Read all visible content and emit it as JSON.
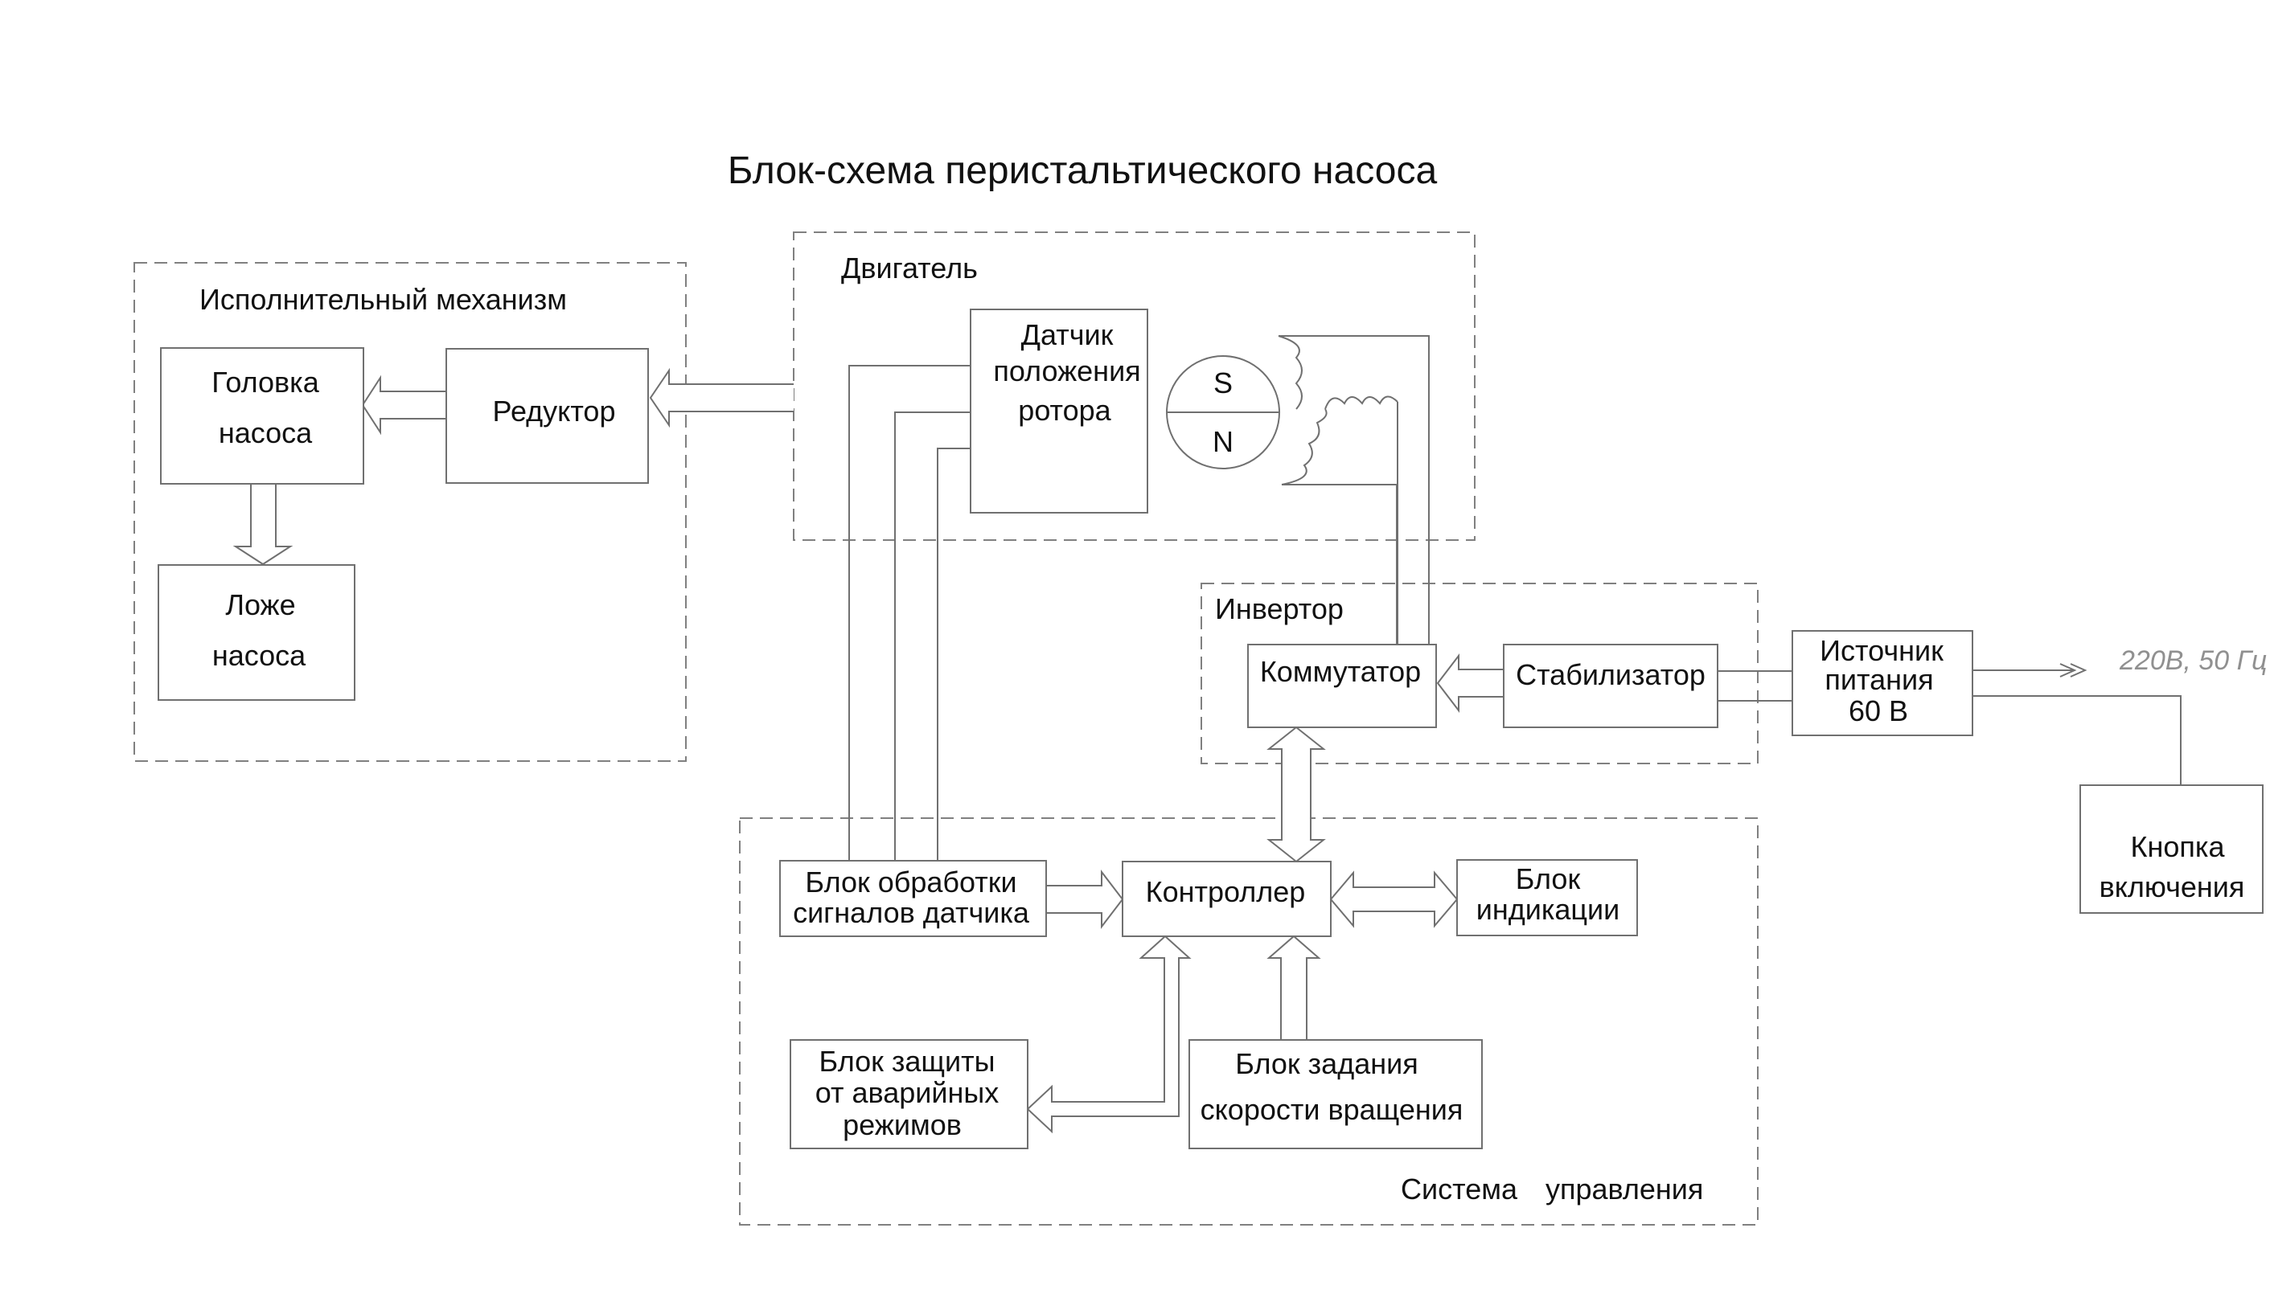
{
  "title": "Блок-схема перистальтического насоса",
  "groups": {
    "actuator": "Исполнительный механизм",
    "motor": "Двигатель",
    "inverter": "Инвертор",
    "control": [
      "Система",
      "управления"
    ]
  },
  "blocks": {
    "pump_head": [
      "Головка",
      "насоса"
    ],
    "reducer": [
      "Редуктор"
    ],
    "pump_bed": [
      "Ложе",
      "насоса"
    ],
    "rotor_sensor": [
      "Датчик",
      "положения",
      "ротора"
    ],
    "rotor_poles": [
      "S",
      "N"
    ],
    "commutator": [
      "Коммутатор"
    ],
    "stabilizer": [
      "Стабилизатор"
    ],
    "power_supply": [
      "Источник",
      "питания",
      "60 В"
    ],
    "power_button": [
      "Кнопка",
      "включения"
    ],
    "sensor_processing": [
      "Блок обработки",
      "сигналов датчика"
    ],
    "controller": [
      "Контроллер"
    ],
    "indication": [
      "Блок",
      "индикации"
    ],
    "protection": [
      "Блок защиты",
      "от аварийных",
      "режимов"
    ],
    "speed_setting": [
      "Блок задания",
      "скорости вращения"
    ]
  },
  "supply_label": "220В, 50 Гц"
}
